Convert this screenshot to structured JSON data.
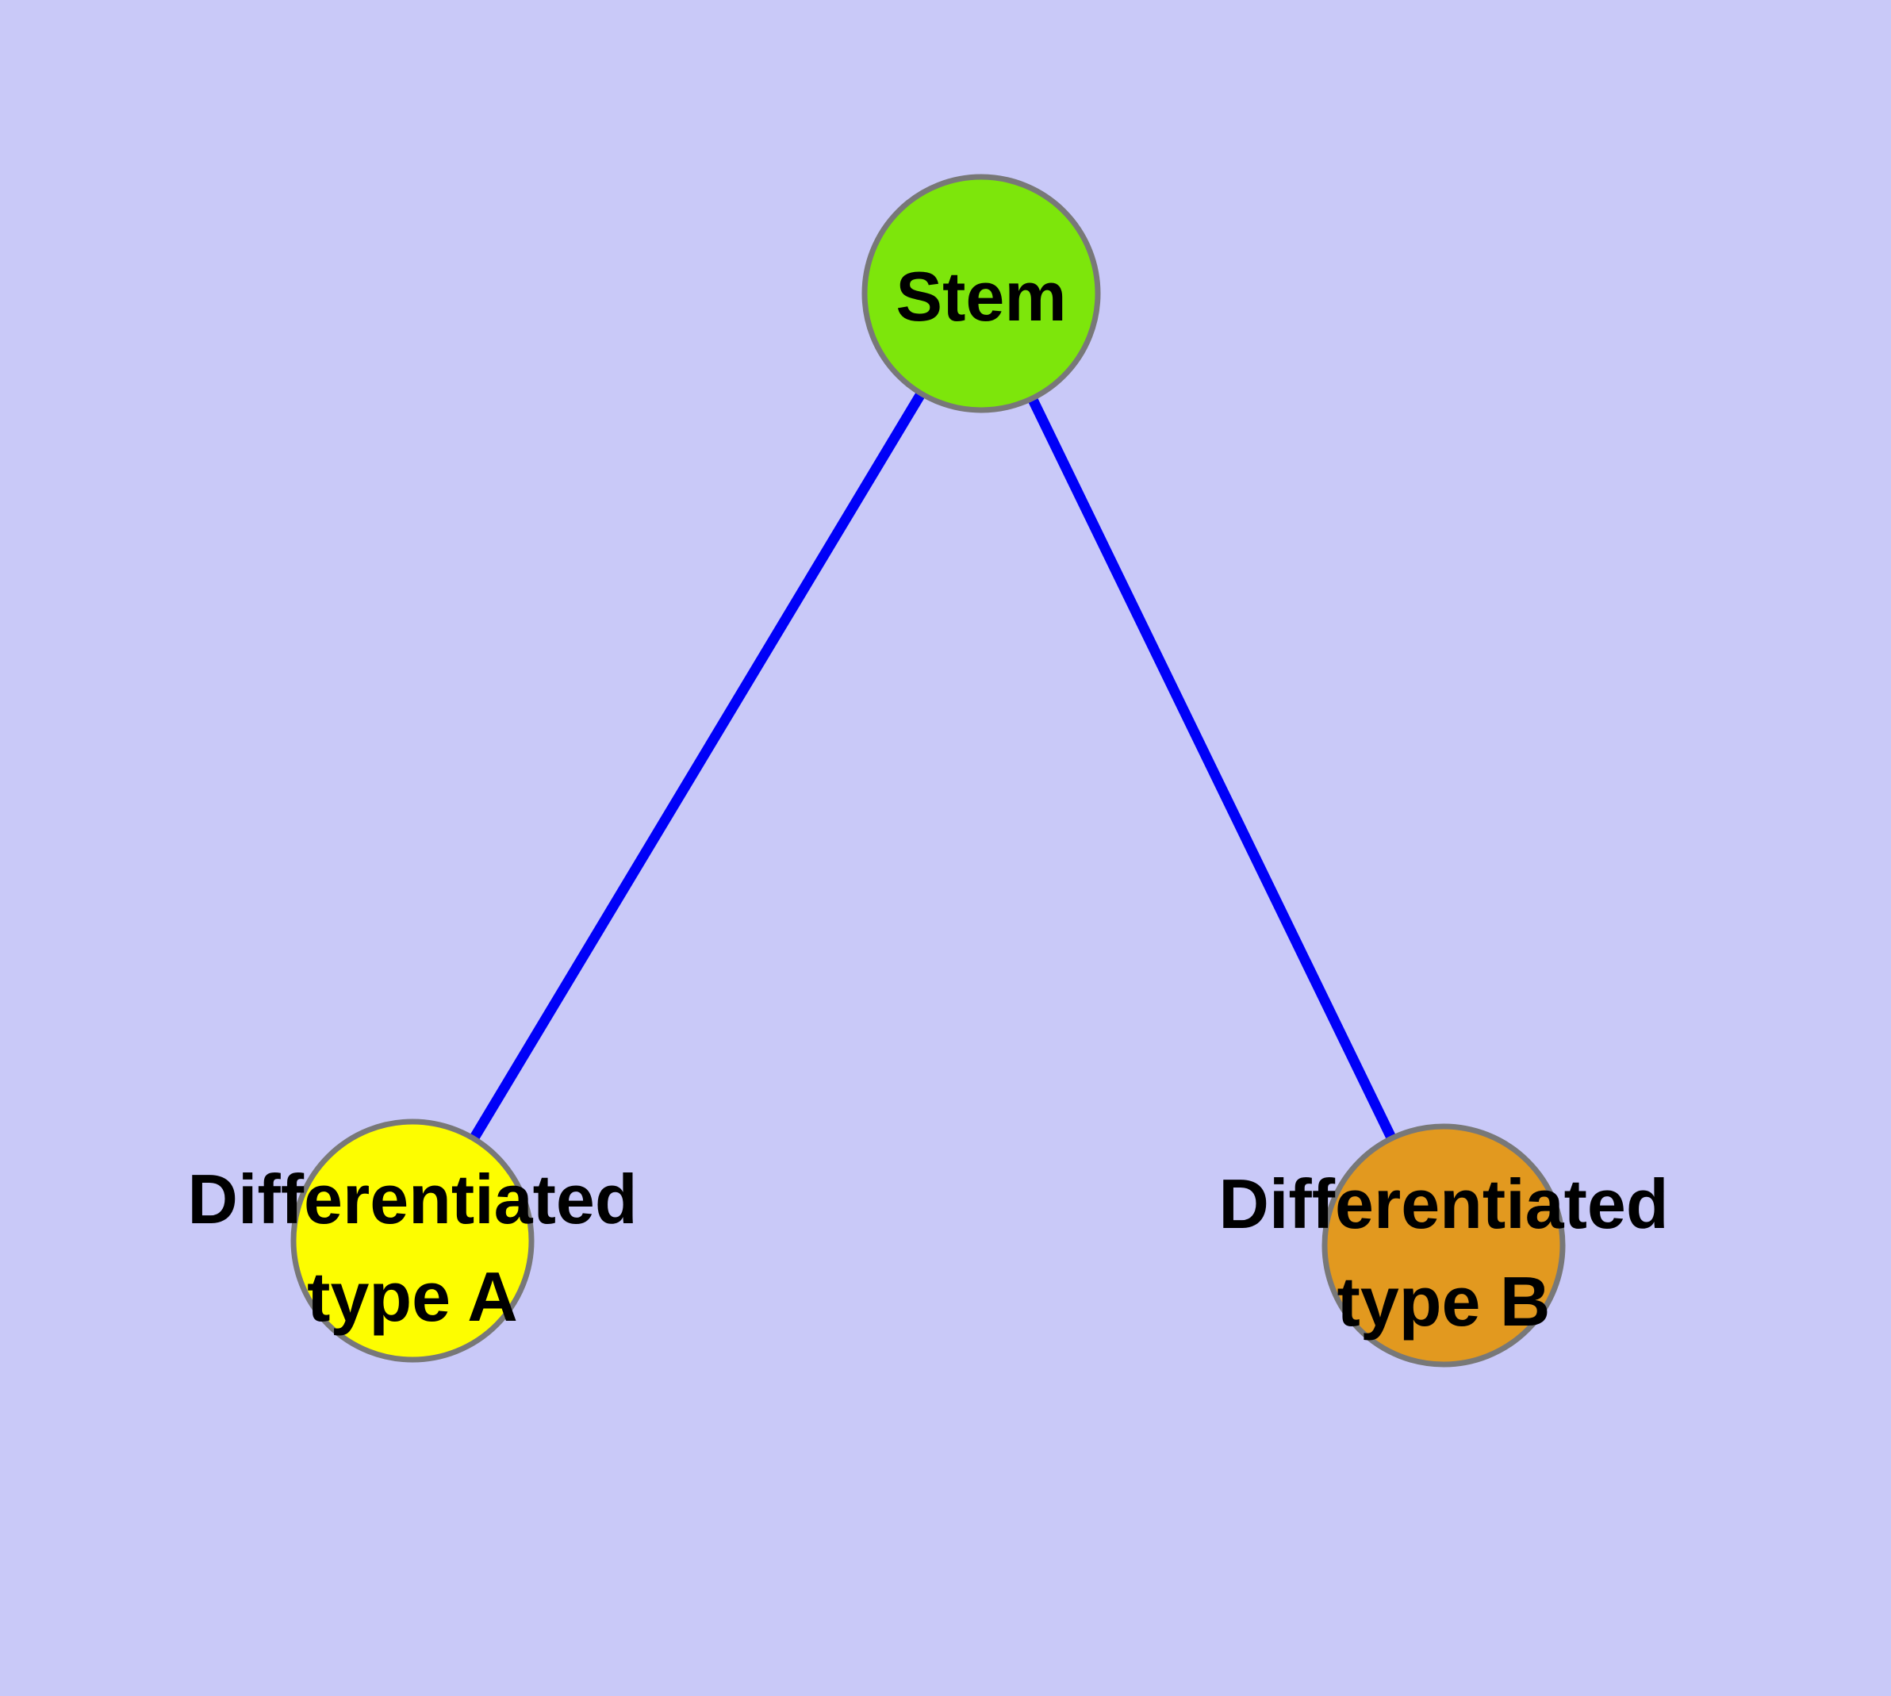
{
  "canvas": {
    "background_color": "#C9C9F8",
    "width": "2384",
    "height": "2138"
  },
  "graph": {
    "nodes": {
      "stem": {
        "label": "Stem",
        "fill": "#7DE60B",
        "border_color": "#787878"
      },
      "typeA": {
        "label_line1": "Differentiated",
        "label_line2": "type A",
        "fill": "#FDFD00",
        "border_color": "#787878"
      },
      "typeB": {
        "label_line1": "Differentiated",
        "label_line2": "type B",
        "fill": "#E2991F",
        "border_color": "#787878"
      }
    },
    "edges": {
      "color": "#0000F8",
      "stem_to_typeA": {
        "from": "stem",
        "to": "typeA"
      },
      "stem_to_typeB": {
        "from": "stem",
        "to": "typeB"
      }
    }
  }
}
